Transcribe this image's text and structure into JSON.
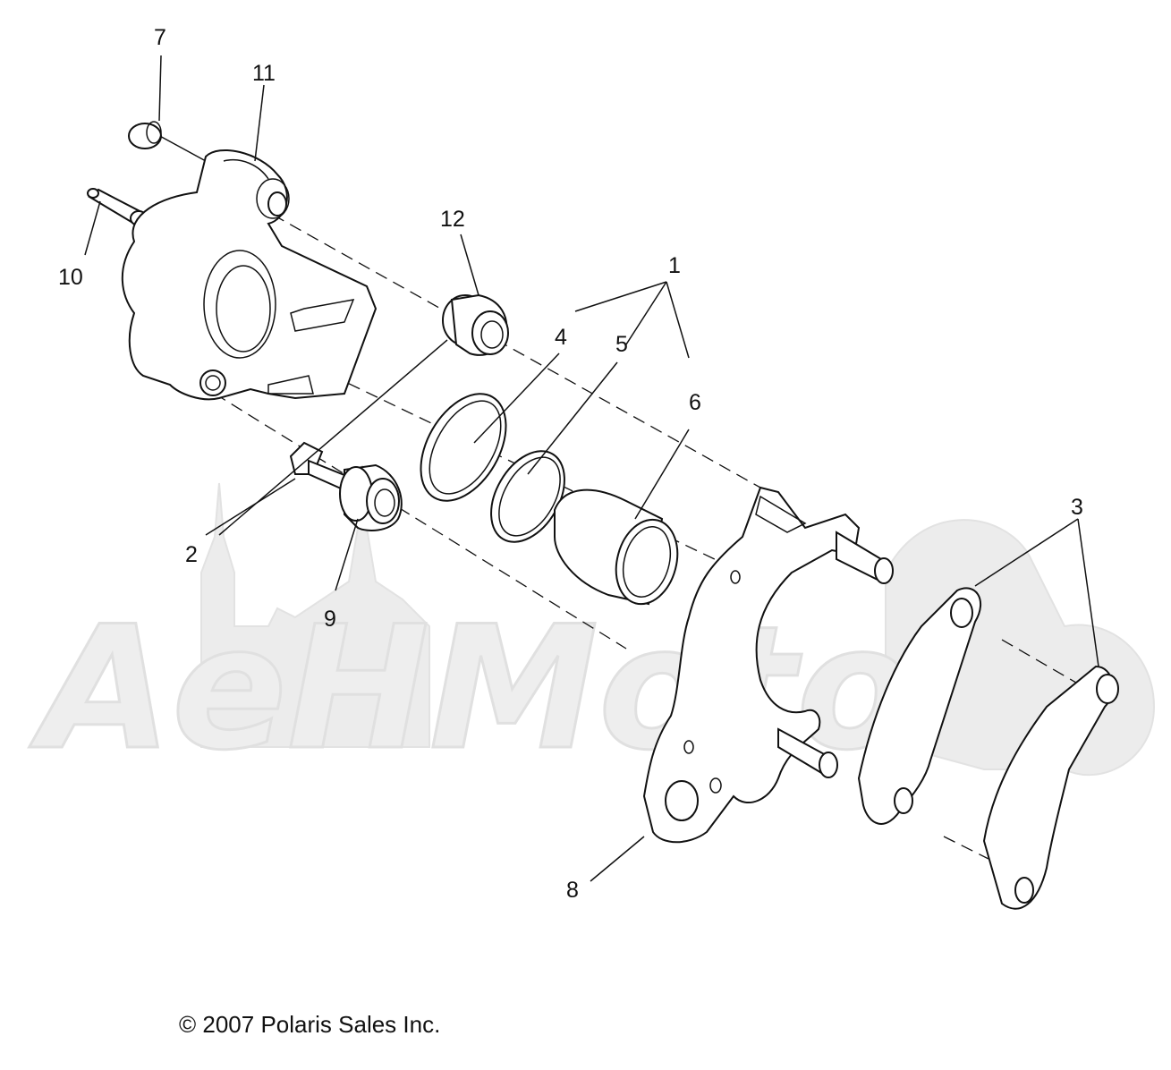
{
  "callouts": [
    {
      "id": "1",
      "label": "1"
    },
    {
      "id": "2",
      "label": "2"
    },
    {
      "id": "3",
      "label": "3"
    },
    {
      "id": "4",
      "label": "4"
    },
    {
      "id": "5",
      "label": "5"
    },
    {
      "id": "6",
      "label": "6"
    },
    {
      "id": "7",
      "label": "7"
    },
    {
      "id": "8",
      "label": "8"
    },
    {
      "id": "9",
      "label": "9"
    },
    {
      "id": "10",
      "label": "10"
    },
    {
      "id": "11",
      "label": "11"
    },
    {
      "id": "12",
      "label": "12"
    }
  ],
  "copyright": "© 2007 Polaris Sales Inc.",
  "watermark": {
    "text": "AeHMoto",
    "color": "#ececec"
  }
}
